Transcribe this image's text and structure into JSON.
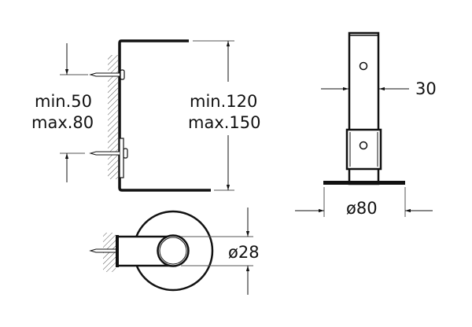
{
  "side_view": {
    "screw_spacing": {
      "min": "min.50",
      "max": "max.80"
    },
    "height": {
      "min": "min.120",
      "max": "max.150"
    }
  },
  "front_view": {
    "width_label": "30",
    "base_diameter_label": "ø80"
  },
  "top_view": {
    "tube_diameter_label": "ø28"
  },
  "colors": {
    "line": "#111111",
    "dim": "#555555"
  }
}
